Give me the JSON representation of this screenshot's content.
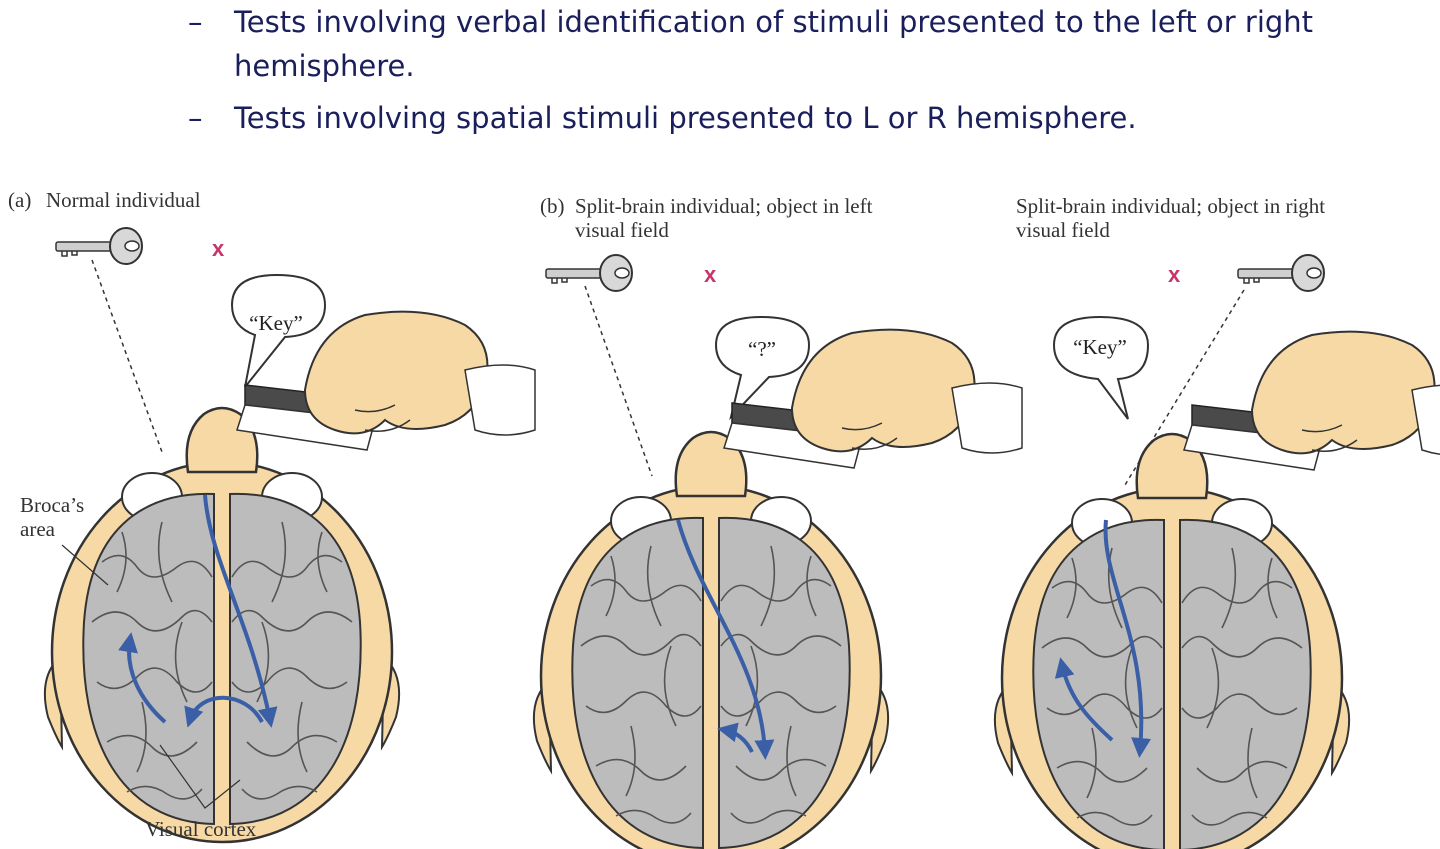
{
  "bullets": [
    {
      "marker": "–",
      "text": "Tests involving verbal identification of stimuli presented to the left or right hemisphere."
    },
    {
      "marker": "–",
      "text": "Tests involving spatial stimuli presented to L or R hemisphere."
    }
  ],
  "figure": {
    "panel_a": {
      "letter": "(a)",
      "caption": "Normal individual",
      "speech": "“Key”",
      "fixation": "x"
    },
    "panel_b": {
      "letter": "(b)",
      "caption_line1": "Split-brain individual; object in left",
      "caption_line2": "visual field",
      "speech": "“?”",
      "fixation": "x"
    },
    "panel_c": {
      "caption_line1": "Split-brain individual; object in right",
      "caption_line2": "visual field",
      "speech": "“Key”",
      "fixation": "x"
    },
    "labels": {
      "broca_line1": "Broca’s",
      "broca_line2": "area",
      "visual_cortex": "Visual cortex"
    }
  },
  "colors": {
    "text": "#1a1f5c",
    "skin": "#f7d9a6",
    "brain": "#bcbcbc",
    "arrow": "#3b5fa6",
    "fixation": "#c8356b"
  }
}
